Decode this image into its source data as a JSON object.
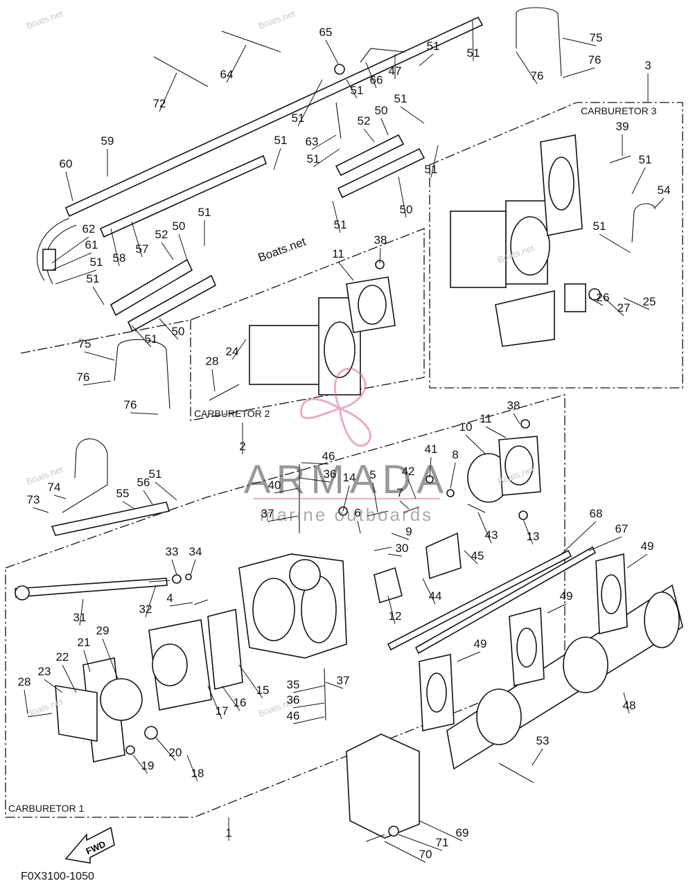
{
  "diagram": {
    "code": "F0X3100-1050",
    "fwd_label": "FWD",
    "boxes": {
      "carb1": "CARBURETOR 1",
      "carb2": "CARBURETOR 2",
      "carb3": "CARBURETOR 3"
    },
    "watermarks": {
      "brand": "ARMADA",
      "tagline": "marine outboards",
      "site": "Boats.net"
    },
    "callouts": [
      "1",
      "2",
      "3",
      "4",
      "5",
      "6",
      "7",
      "8",
      "9",
      "10",
      "11",
      "12",
      "13",
      "14",
      "15",
      "16",
      "17",
      "18",
      "19",
      "20",
      "21",
      "22",
      "23",
      "24",
      "25",
      "26",
      "27",
      "28",
      "29",
      "30",
      "31",
      "32",
      "33",
      "34",
      "35",
      "36",
      "37",
      "38",
      "39",
      "40",
      "41",
      "42",
      "43",
      "44",
      "45",
      "46",
      "47",
      "48",
      "49",
      "50",
      "51",
      "52",
      "53",
      "54",
      "55",
      "56",
      "57",
      "58",
      "59",
      "60",
      "61",
      "62",
      "63",
      "64",
      "65",
      "66",
      "67",
      "68",
      "69",
      "70",
      "71",
      "72",
      "73",
      "74",
      "75",
      "76"
    ]
  }
}
